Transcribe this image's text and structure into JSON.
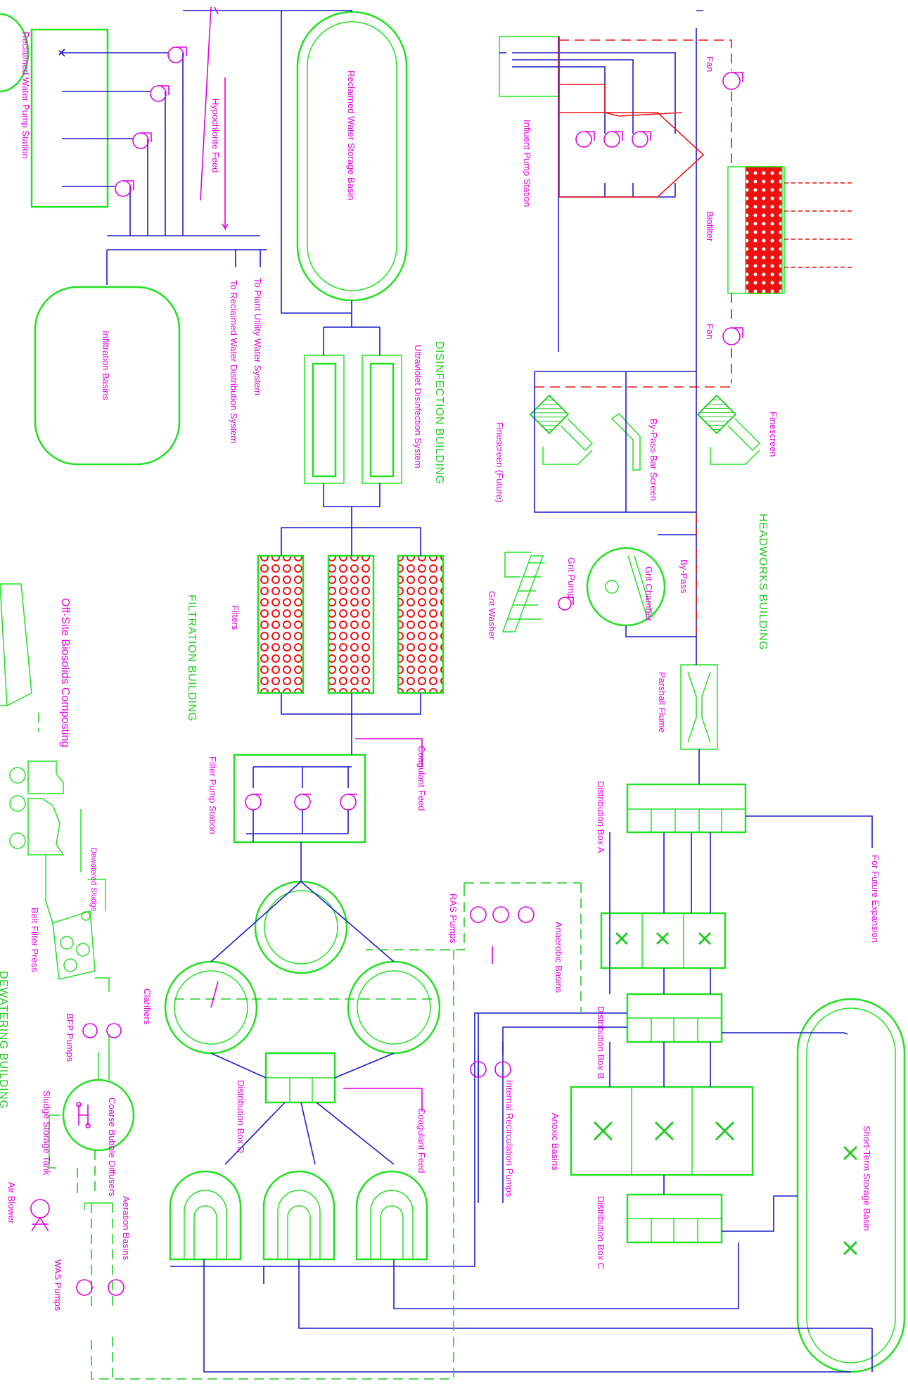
{
  "colors": {
    "structure": "#22e022",
    "water": "#1a1acc",
    "air": "#ee1111",
    "equipment": "#e000e0",
    "building": "#22cc22"
  },
  "buildings": {
    "headworks": "HEADWORKS BUILDING",
    "disinfection": "DISINFECTION BUILDING",
    "filtration": "FILTRATION BUILDING",
    "dewatering": "DEWATERING BUILDING"
  },
  "labels": {
    "reclaimed_pump_station": "Reclaimed Water Pump Station",
    "hypochlorite": "Hypochlorite Feed",
    "to_utility": "To Plant Utility Water System",
    "to_distribution": "To Reclaimed Water Distribution System",
    "infiltration": "Infiltration Basins",
    "storage_basin": "Reclaimed Water Storage Basin",
    "uv_system": "Ultraviolet Disinfection System",
    "filters": "Filters",
    "filter_pump_station": "Filter Pump Station",
    "coagulant_feed_top": "Coagulant Feed",
    "coagulant_feed_bottom": "Coagulant Feed",
    "clarifiers": "Clarifiers",
    "distribution_box_d": "Distribution Box D",
    "aeration_basins": "Aeration Basins",
    "ras_pumps": "RAS Pumps",
    "internal_recirc": "Internal Recirculation Pumps",
    "was_pumps": "WAS Pumps",
    "off_site": "Off-Site Biosolids Composting",
    "dewatered_sludge": "Dewatered Sludge",
    "belt_filter_press": "Belt Filter Press",
    "bfp_pumps": "BFP Pumps",
    "sludge_storage_tank": "Sludge Storage Tank",
    "coarse_bubble": "Coarse Bubble Diffusers",
    "air_blower": "Air Blower",
    "influent_pump_station": "Influent Pump Station",
    "fan_top": "Fan",
    "fan_bottom": "Fan",
    "biofilter": "Biofilter",
    "finescreen": "Finescreen",
    "bypass_bar_screen": "By-Pass Bar Screen",
    "finescreen_future": "Finescreen (Future)",
    "bypass": "By-Pass",
    "grit_chamber": "Grit Chamber",
    "grit_pump": "Grit Pump",
    "grit_washer": "Grit Washer",
    "parshall_flume": "Parshall Flume",
    "distribution_box_a": "Distribution Box A",
    "future_expansion": "For Future Expansion",
    "anaerobic_basins": "Anaerobic Basins",
    "distribution_box_b": "Distribution Box B",
    "anoxic_basins": "Anoxic Basins",
    "distribution_box_c": "Distribution Box C",
    "short_term_storage": "Short-Term Storage Basin"
  }
}
